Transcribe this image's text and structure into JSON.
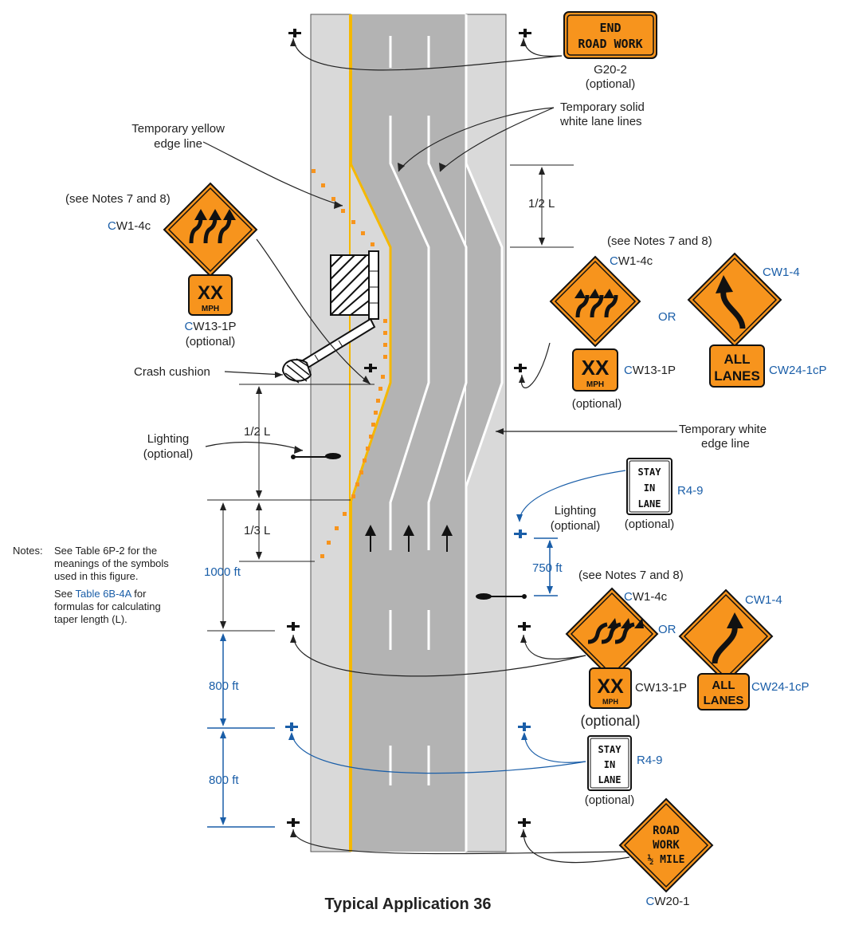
{
  "title": "Typical Application 36",
  "signs": {
    "end_road_work": {
      "line1": "END",
      "line2": "ROAD WORK",
      "code": "G20-2",
      "note": "(optional)"
    },
    "cw1_4c": "CW1-4c",
    "cw1_4": "CW1-4",
    "cw13_1p": "CW13-1P",
    "cw24_1cp": "CW24-1cP",
    "r4_9": "R4-9",
    "cw20_1": "CW20-1",
    "xx": "XX",
    "mph": "MPH",
    "all": "ALL",
    "lanes": "LANES",
    "stay": "STAY",
    "in": "IN",
    "lane": "LANE",
    "road": "ROAD",
    "work": "WORK",
    "half_mile": "½ MILE",
    "optional": "(optional)",
    "or": "OR",
    "see_notes": "(see Notes 7 and 8)"
  },
  "labels": {
    "temp_yellow_1": "Temporary yellow",
    "temp_yellow_2": "edge line",
    "temp_solid_1": "Temporary solid",
    "temp_solid_2": "white lane lines",
    "crash_cushion": "Crash cushion",
    "lighting": "Lighting",
    "temp_white_1": "Temporary white",
    "temp_white_2": "edge line",
    "half_l": "1/2 L",
    "third_l": "1/3 L",
    "d1000": "1000 ft",
    "d800": "800 ft",
    "d750": "750 ft"
  },
  "notes": {
    "heading": "Notes:",
    "line1": "See Table 6P-2 for the",
    "line2": "meanings of the symbols",
    "line3": "used in this figure.",
    "line4a": "See ",
    "line4b": "Table 6B-4A",
    "line4c": " for",
    "line5": "formulas for calculating",
    "line6": "taper length (L)."
  },
  "colors": {
    "orange": "#f7941d",
    "blue": "#1a5ea8",
    "road": "#b3b3b3",
    "shoulder": "#d9d9d9",
    "yellow": "#f5b800"
  }
}
